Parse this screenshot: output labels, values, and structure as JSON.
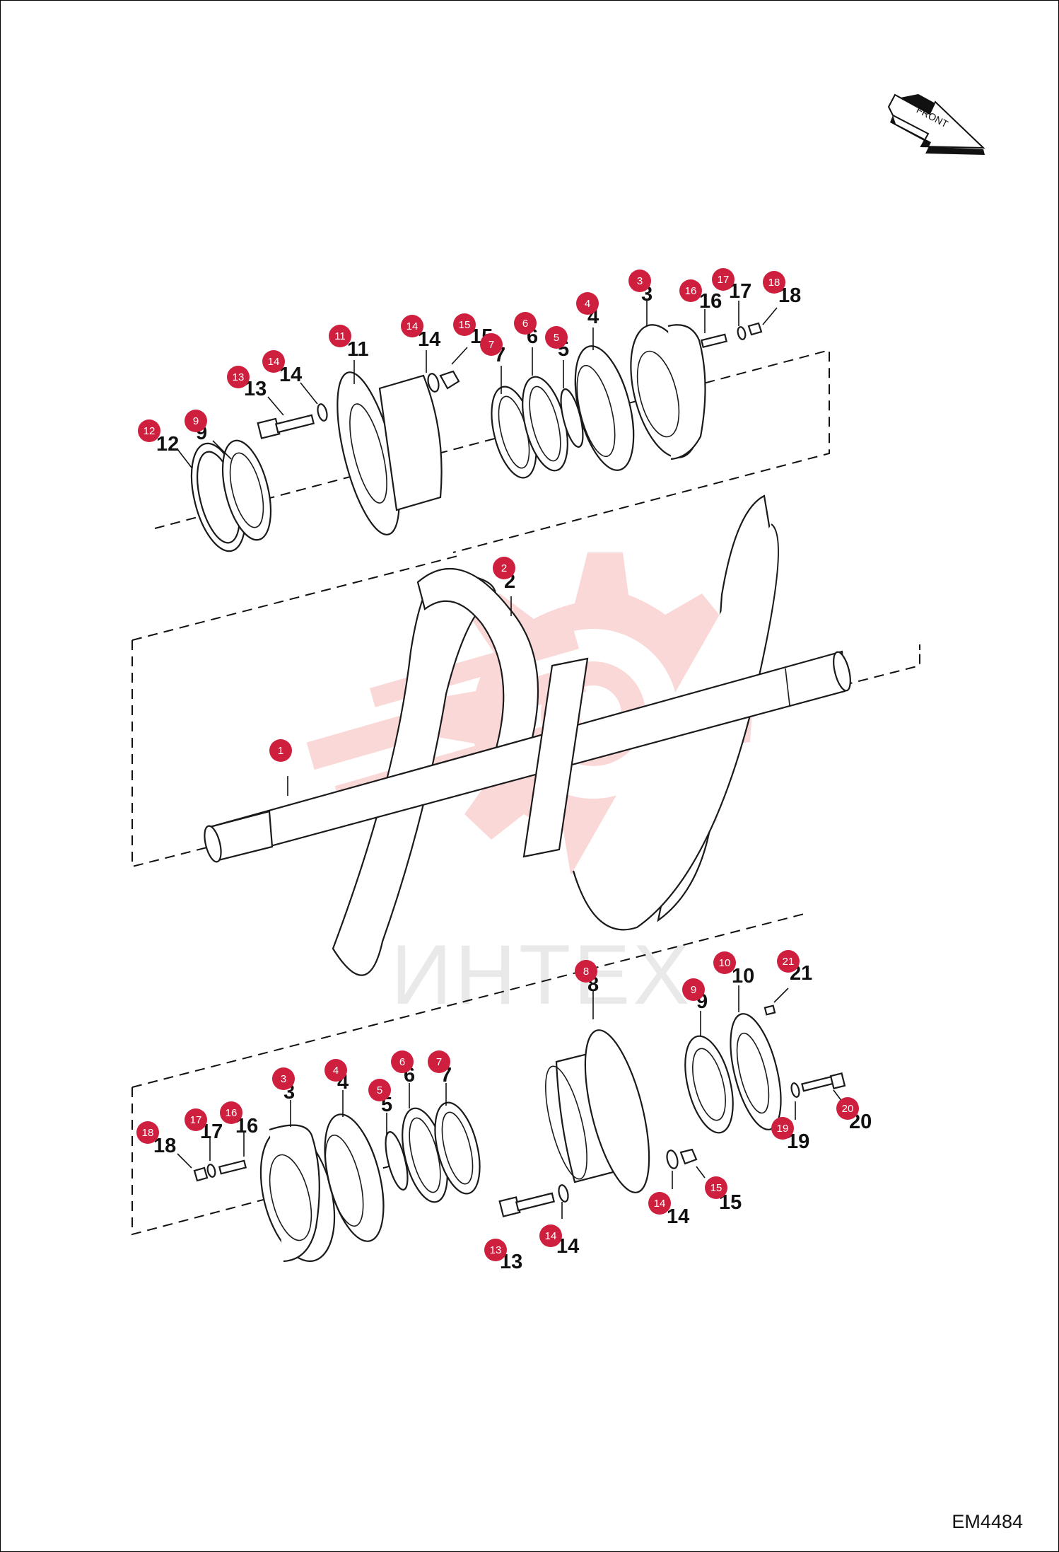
{
  "drawing_code": "EM4484",
  "front_label": "FRONT",
  "watermark": "ИНТЕХ",
  "callouts": {
    "upper": {
      "c1": "12",
      "c2": "9",
      "c3": "13",
      "c4": "14",
      "c5": "11",
      "c6": "14",
      "c7": "15",
      "c8": "7",
      "c9": "6",
      "c10": "5",
      "c11": "4",
      "c12": "3",
      "c13": "16",
      "c14": "17",
      "c15": "18"
    },
    "middle": {
      "c1": "1",
      "c2": "2"
    },
    "lower": {
      "c1": "18",
      "c2": "17",
      "c3": "16",
      "c4": "3",
      "c5": "4",
      "c6": "5",
      "c7": "6",
      "c8": "7",
      "c9": "13",
      "c10": "14",
      "c11": "14",
      "c12": "15",
      "c13": "8",
      "c14": "9",
      "c15": "10",
      "c16": "21",
      "c17": "19",
      "c18": "20"
    }
  },
  "colors": {
    "callout_bubble": "#cf1f3e",
    "watermark": "#f7b9b9"
  }
}
